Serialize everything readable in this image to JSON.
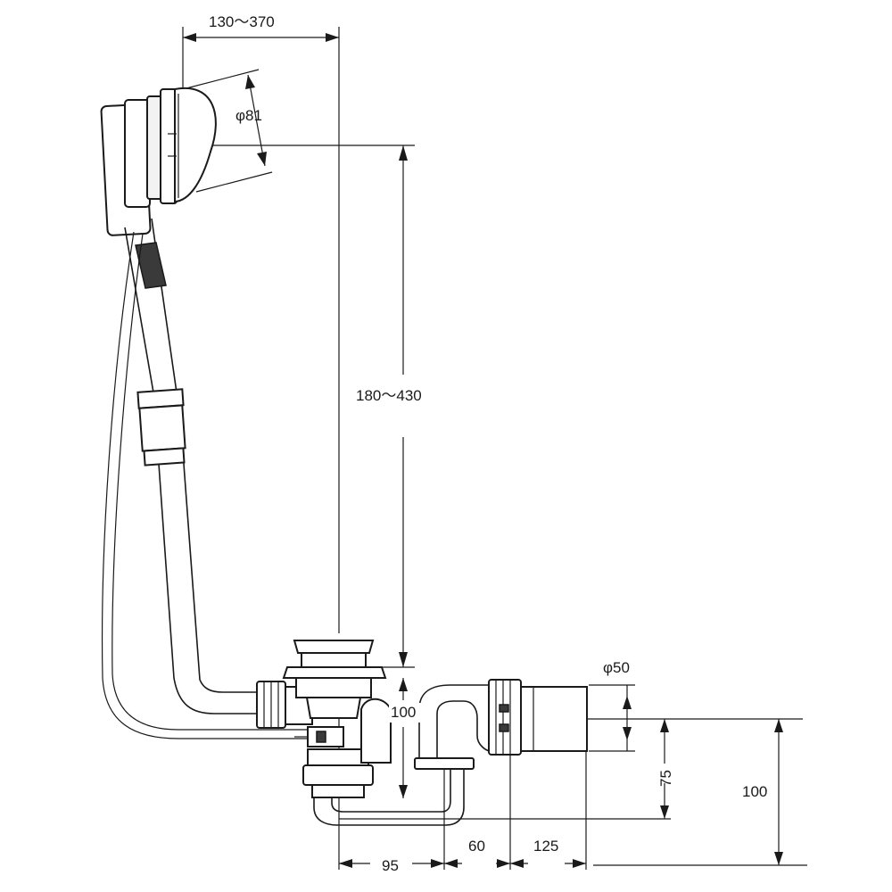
{
  "dimensions": {
    "overflow_horizontal": "130～370",
    "overflow_diameter": "φ81",
    "overflow_vertical": "180～430",
    "outlet_diameter": "φ50",
    "drain_height": "100",
    "outlet_height": "75",
    "total_height": "100",
    "base_width_1": "95",
    "base_width_2": "60",
    "base_width_3": "125"
  },
  "colors": {
    "line": "#1a1a1a",
    "background": "#ffffff"
  }
}
